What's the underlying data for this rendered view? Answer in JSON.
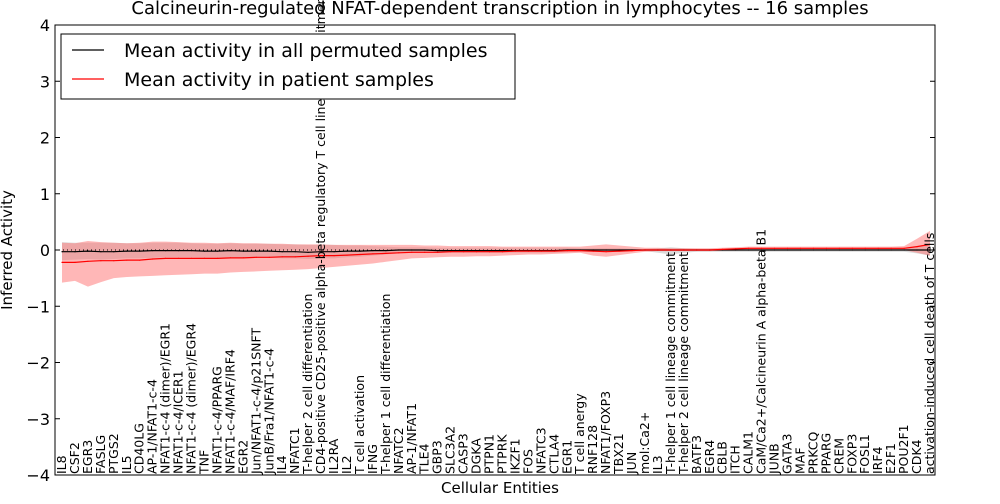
{
  "chart_data": {
    "type": "line",
    "title": "Calcineurin-regulated NFAT-dependent transcription in lymphocytes -- 16 samples",
    "xlabel": "Cellular Entities",
    "ylabel": "Inferred Activity",
    "ylim": [
      -4,
      4
    ],
    "yticks": [
      "−4",
      "−3",
      "−2",
      "−1",
      "0",
      "1",
      "2",
      "3",
      "4"
    ],
    "grid": false,
    "legend_position": "top-left",
    "colors": {
      "permuted": "#000000",
      "patient": "#ff0000",
      "permuted_band": "#bdbdbd",
      "patient_band": "#ff7070"
    },
    "categories": [
      "IL8",
      "CSF2",
      "EGR3",
      "FASLG",
      "PTGS2",
      "IL5",
      "CD40LG",
      "AP-1/NFAT1-c-4",
      "NFAT1-c-4 (dimer)/EGR1",
      "NFAT1-c-4/ICER1",
      "NFAT1-c-4 (dimer)/EGR4",
      "TNF",
      "NFAT1-c-4/PPARG",
      "NFAT1-c-4/MAF/IRF4",
      "EGR2",
      "Jun/NFAT1-c-4/p21SNFT",
      "JunB/Fra1/NFAT1-c-4",
      "IL4",
      "NFATC1",
      "T-helper 2 cell differentiation",
      "CD4-positive CD25-positive alpha-beta regulatory T cell lineage commitment",
      "IL2RA",
      "IL2",
      "T cell activation",
      "IFNG",
      "T-helper 1 cell differentiation",
      "NFATC2",
      "AP-1/NFAT1",
      "TLE4",
      "GBP3",
      "SLC3A2",
      "CASP3",
      "DGKA",
      "PTPN1",
      "PTPRK",
      "IKZF1",
      "FOS",
      "NFATC3",
      "CTLA4",
      "EGR1",
      "T cell anergy",
      "RNF128",
      "NFAT1/FOXP3",
      "TBX21",
      "JUN",
      "mol:Ca2+",
      "IL3",
      "T-helper 1 cell lineage commitment",
      "T-helper 2 cell lineage commitment",
      "BATF3",
      "EGR4",
      "CBLB",
      "ITCH",
      "CALM1",
      "CaM/Ca2+/Calcineurin A alpha-beta B1",
      "JUNB",
      "GATA3",
      "MAF",
      "PRKCQ",
      "PPARG",
      "CREM",
      "FOXP3",
      "FOSL1",
      "IRF4",
      "E2F1",
      "POU2F1",
      "CDK4",
      "activation-induced cell death of T cells"
    ],
    "series": [
      {
        "name": "Mean activity in all permuted samples",
        "values": [
          -0.03,
          -0.03,
          -0.02,
          -0.03,
          -0.03,
          -0.02,
          -0.02,
          -0.01,
          -0.01,
          -0.01,
          -0.01,
          -0.02,
          -0.02,
          -0.01,
          -0.02,
          -0.02,
          -0.02,
          -0.03,
          -0.03,
          -0.04,
          -0.03,
          -0.03,
          -0.02,
          -0.02,
          -0.01,
          -0.01,
          0.0,
          0.0,
          0.0,
          -0.01,
          -0.01,
          -0.01,
          -0.01,
          -0.01,
          -0.01,
          -0.01,
          -0.01,
          -0.01,
          -0.01,
          0.0,
          0.0,
          0.0,
          0.0,
          0.0,
          0.0,
          0.0,
          0.0,
          0.0,
          0.0,
          0.0,
          0.0,
          0.0,
          0.0,
          0.0,
          0.0,
          0.0,
          0.0,
          0.0,
          0.0,
          0.0,
          0.0,
          0.0,
          0.0,
          0.0,
          0.0,
          0.0,
          0.0,
          0.0
        ],
        "lower": [
          -0.18,
          -0.17,
          -0.16,
          -0.17,
          -0.16,
          -0.15,
          -0.15,
          -0.14,
          -0.13,
          -0.13,
          -0.13,
          -0.14,
          -0.14,
          -0.13,
          -0.14,
          -0.14,
          -0.14,
          -0.15,
          -0.15,
          -0.16,
          -0.15,
          -0.15,
          -0.13,
          -0.12,
          -0.1,
          -0.08,
          -0.06,
          -0.05,
          -0.05,
          -0.05,
          -0.05,
          -0.05,
          -0.05,
          -0.05,
          -0.05,
          -0.05,
          -0.05,
          -0.05,
          -0.05,
          -0.04,
          -0.03,
          -0.03,
          -0.04,
          -0.03,
          -0.02,
          -0.02,
          -0.05,
          -0.08,
          -0.05,
          -0.03,
          -0.03,
          -0.03,
          -0.03,
          -0.03,
          -0.03,
          -0.03,
          -0.03,
          -0.03,
          -0.03,
          -0.03,
          -0.03,
          -0.03,
          -0.03,
          -0.03,
          -0.03,
          -0.03,
          -0.06,
          -0.1
        ],
        "upper": [
          0.14,
          0.13,
          0.13,
          0.13,
          0.13,
          0.12,
          0.12,
          0.13,
          0.13,
          0.13,
          0.12,
          0.11,
          0.11,
          0.12,
          0.11,
          0.11,
          0.11,
          0.1,
          0.1,
          0.09,
          0.09,
          0.09,
          0.08,
          0.08,
          0.07,
          0.06,
          0.05,
          0.05,
          0.05,
          0.04,
          0.04,
          0.04,
          0.04,
          0.04,
          0.04,
          0.04,
          0.04,
          0.04,
          0.04,
          0.04,
          0.03,
          0.03,
          0.03,
          0.03,
          0.02,
          0.02,
          0.03,
          0.05,
          0.03,
          0.02,
          0.02,
          0.02,
          0.02,
          0.02,
          0.02,
          0.02,
          0.02,
          0.02,
          0.02,
          0.02,
          0.02,
          0.02,
          0.02,
          0.02,
          0.02,
          0.03,
          0.06,
          0.1
        ]
      },
      {
        "name": "Mean activity in patient samples",
        "values": [
          -0.22,
          -0.22,
          -0.2,
          -0.19,
          -0.19,
          -0.18,
          -0.18,
          -0.16,
          -0.15,
          -0.15,
          -0.15,
          -0.15,
          -0.15,
          -0.14,
          -0.14,
          -0.13,
          -0.13,
          -0.12,
          -0.12,
          -0.11,
          -0.1,
          -0.1,
          -0.09,
          -0.08,
          -0.07,
          -0.06,
          -0.05,
          -0.04,
          -0.04,
          -0.04,
          -0.03,
          -0.03,
          -0.03,
          -0.03,
          -0.03,
          -0.02,
          -0.02,
          -0.02,
          -0.02,
          -0.01,
          -0.01,
          -0.02,
          -0.03,
          -0.02,
          -0.01,
          0.0,
          0.0,
          0.0,
          0.0,
          0.0,
          0.0,
          0.01,
          0.02,
          0.03,
          0.03,
          0.03,
          0.03,
          0.03,
          0.03,
          0.03,
          0.03,
          0.03,
          0.03,
          0.03,
          0.03,
          0.03,
          0.06,
          0.1
        ],
        "lower": [
          -0.58,
          -0.55,
          -0.65,
          -0.57,
          -0.5,
          -0.48,
          -0.47,
          -0.46,
          -0.45,
          -0.44,
          -0.43,
          -0.42,
          -0.42,
          -0.4,
          -0.39,
          -0.38,
          -0.37,
          -0.36,
          -0.35,
          -0.34,
          -0.32,
          -0.3,
          -0.28,
          -0.26,
          -0.24,
          -0.21,
          -0.18,
          -0.15,
          -0.14,
          -0.13,
          -0.12,
          -0.12,
          -0.11,
          -0.11,
          -0.1,
          -0.09,
          -0.08,
          -0.08,
          -0.07,
          -0.06,
          -0.05,
          -0.1,
          -0.12,
          -0.09,
          -0.06,
          -0.03,
          -0.02,
          -0.02,
          -0.02,
          -0.02,
          -0.02,
          -0.01,
          -0.01,
          0.0,
          0.0,
          0.0,
          0.0,
          0.0,
          0.0,
          0.0,
          0.0,
          0.0,
          0.0,
          0.0,
          0.0,
          0.0,
          -0.05,
          -0.1
        ],
        "upper": [
          0.13,
          0.12,
          0.16,
          0.14,
          0.13,
          0.12,
          0.13,
          0.15,
          0.15,
          0.14,
          0.13,
          0.13,
          0.12,
          0.13,
          0.12,
          0.12,
          0.11,
          0.11,
          0.1,
          0.1,
          0.1,
          0.09,
          0.09,
          0.09,
          0.09,
          0.09,
          0.09,
          0.09,
          0.08,
          0.08,
          0.07,
          0.07,
          0.07,
          0.07,
          0.06,
          0.06,
          0.06,
          0.06,
          0.06,
          0.06,
          0.06,
          0.08,
          0.1,
          0.08,
          0.06,
          0.04,
          0.04,
          0.03,
          0.03,
          0.03,
          0.03,
          0.04,
          0.05,
          0.06,
          0.06,
          0.06,
          0.06,
          0.06,
          0.06,
          0.06,
          0.06,
          0.06,
          0.06,
          0.06,
          0.06,
          0.07,
          0.2,
          0.34
        ]
      }
    ]
  }
}
